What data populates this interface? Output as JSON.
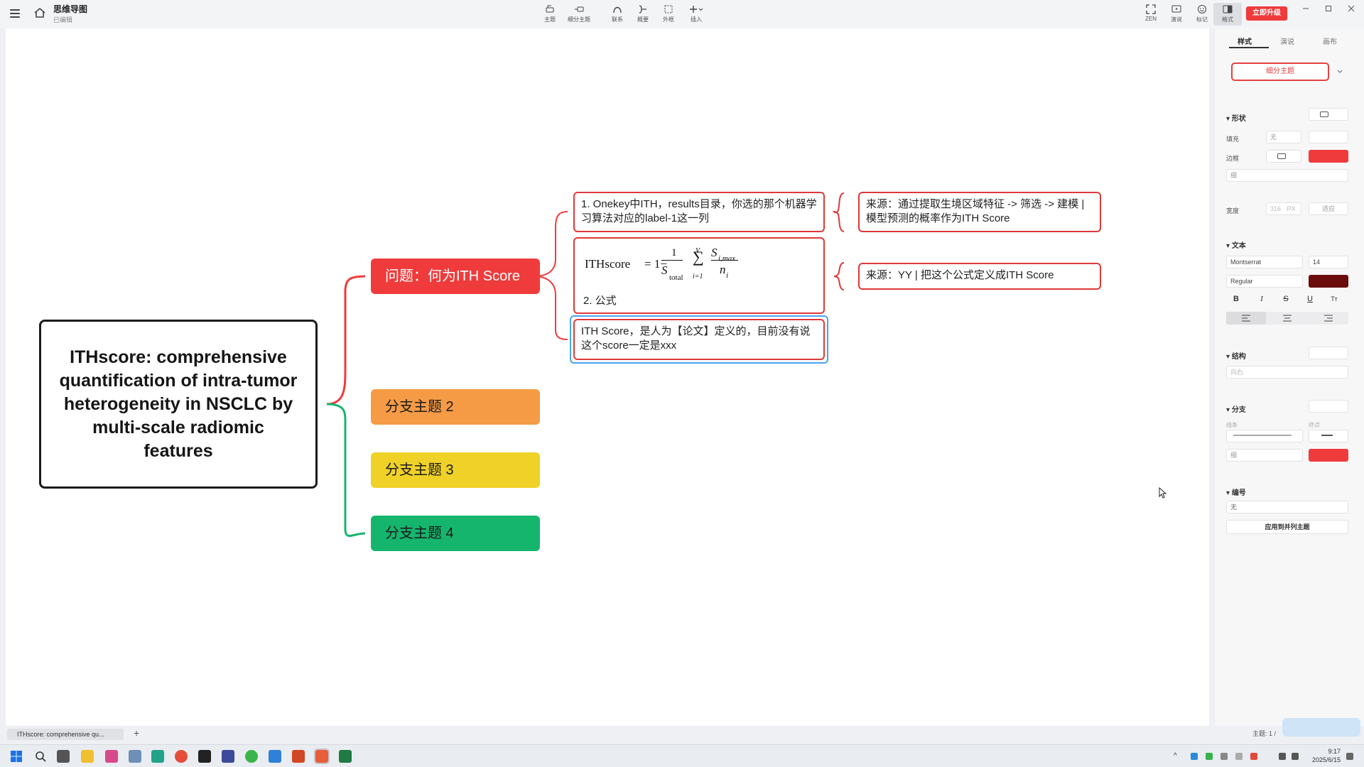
{
  "app": {
    "title": "思维导图",
    "subtitle": "已编辑",
    "upgrade_label": "立即升级"
  },
  "toolbar": {
    "items": [
      {
        "label": "主题",
        "icon": "topic-icon"
      },
      {
        "label": "细分主题",
        "icon": "subtopic-icon"
      },
      {
        "label": "联系",
        "icon": "relationship-icon"
      },
      {
        "label": "概要",
        "icon": "summary-icon"
      },
      {
        "label": "外框",
        "icon": "boundary-icon"
      },
      {
        "label": "插入",
        "icon": "insert-icon"
      }
    ],
    "right": [
      {
        "label": "ZEN",
        "icon": "fullscreen-icon"
      },
      {
        "label": "演说",
        "icon": "present-icon"
      },
      {
        "label": "标记",
        "icon": "marker-icon"
      },
      {
        "label": "格式",
        "icon": "format-panel-icon"
      }
    ]
  },
  "map": {
    "central": "ITHscore: comprehensive quantification of intra-tumor heterogeneity in NSCLC by multi-scale radiomic features",
    "branches": [
      "问题：何为ITH Score",
      "分支主题 2",
      "分支主题 3",
      "分支主题 4"
    ],
    "subtopics": [
      "1. Onekey中ITH，results目录，你选的那个机器学习算法对应的label-1这一列",
      "2. 公式",
      "ITH Score，是人为【论文】定义的，目前没有说这个score一定是xxx"
    ],
    "formula": {
      "lhs": "ITHscore",
      "eq": "= 1−",
      "num": "1",
      "den_base": "S",
      "den_sub": "total",
      "sum_top": "V",
      "sum_bottom": "i=1",
      "frac2_num_base": "S",
      "frac2_num_sub": "i,max",
      "frac2_den_base": "n",
      "frac2_den_sub": "i"
    },
    "notes": [
      "来源：通过提取生境区域特征 -> 筛选 -> 建模 | 模型预测的概率作为ITH Score",
      "来源：YY | 把这个公式定义成ITH Score"
    ],
    "colors": {
      "branch1": "#ef3b3b",
      "branch2": "#f59b45",
      "branch3": "#efd128",
      "branch4": "#15b56e",
      "border": "#e03838",
      "selection": "#4aa3f0"
    }
  },
  "panel": {
    "tabs": [
      "样式",
      "演说",
      "画布"
    ],
    "style_button": "细分主题",
    "shape": {
      "section": "形状",
      "fill_label": "填充",
      "fill_value": "无",
      "border_label": "边框",
      "border_color": "#ef3b3b",
      "weight": "细",
      "width_label": "宽度",
      "width_value": "316",
      "width_unit": "PX",
      "fit_label": "适应"
    },
    "text": {
      "section": "文本",
      "font": "Montserrat",
      "size": "14",
      "weight": "Regular",
      "color": "#6b0d0d",
      "bold": "B",
      "italic": "I",
      "strike": "S",
      "underline": "U",
      "case": "Tт"
    },
    "structure": {
      "section": "结构",
      "value": "向右"
    },
    "branch": {
      "section": "分支",
      "line_label": "线条",
      "end_label": "终点",
      "weight": "细",
      "color": "#ef3b3b"
    },
    "numbering": {
      "section": "编号",
      "value": "无",
      "apply_label": "应用到并列主题"
    },
    "topic_count": "主题: 1 /"
  },
  "bottom": {
    "sheet_tab": "ITHscore: comprehensive qu...",
    "add": "+"
  },
  "taskbar": {
    "time": "9:17",
    "date": "2025/6/15"
  }
}
